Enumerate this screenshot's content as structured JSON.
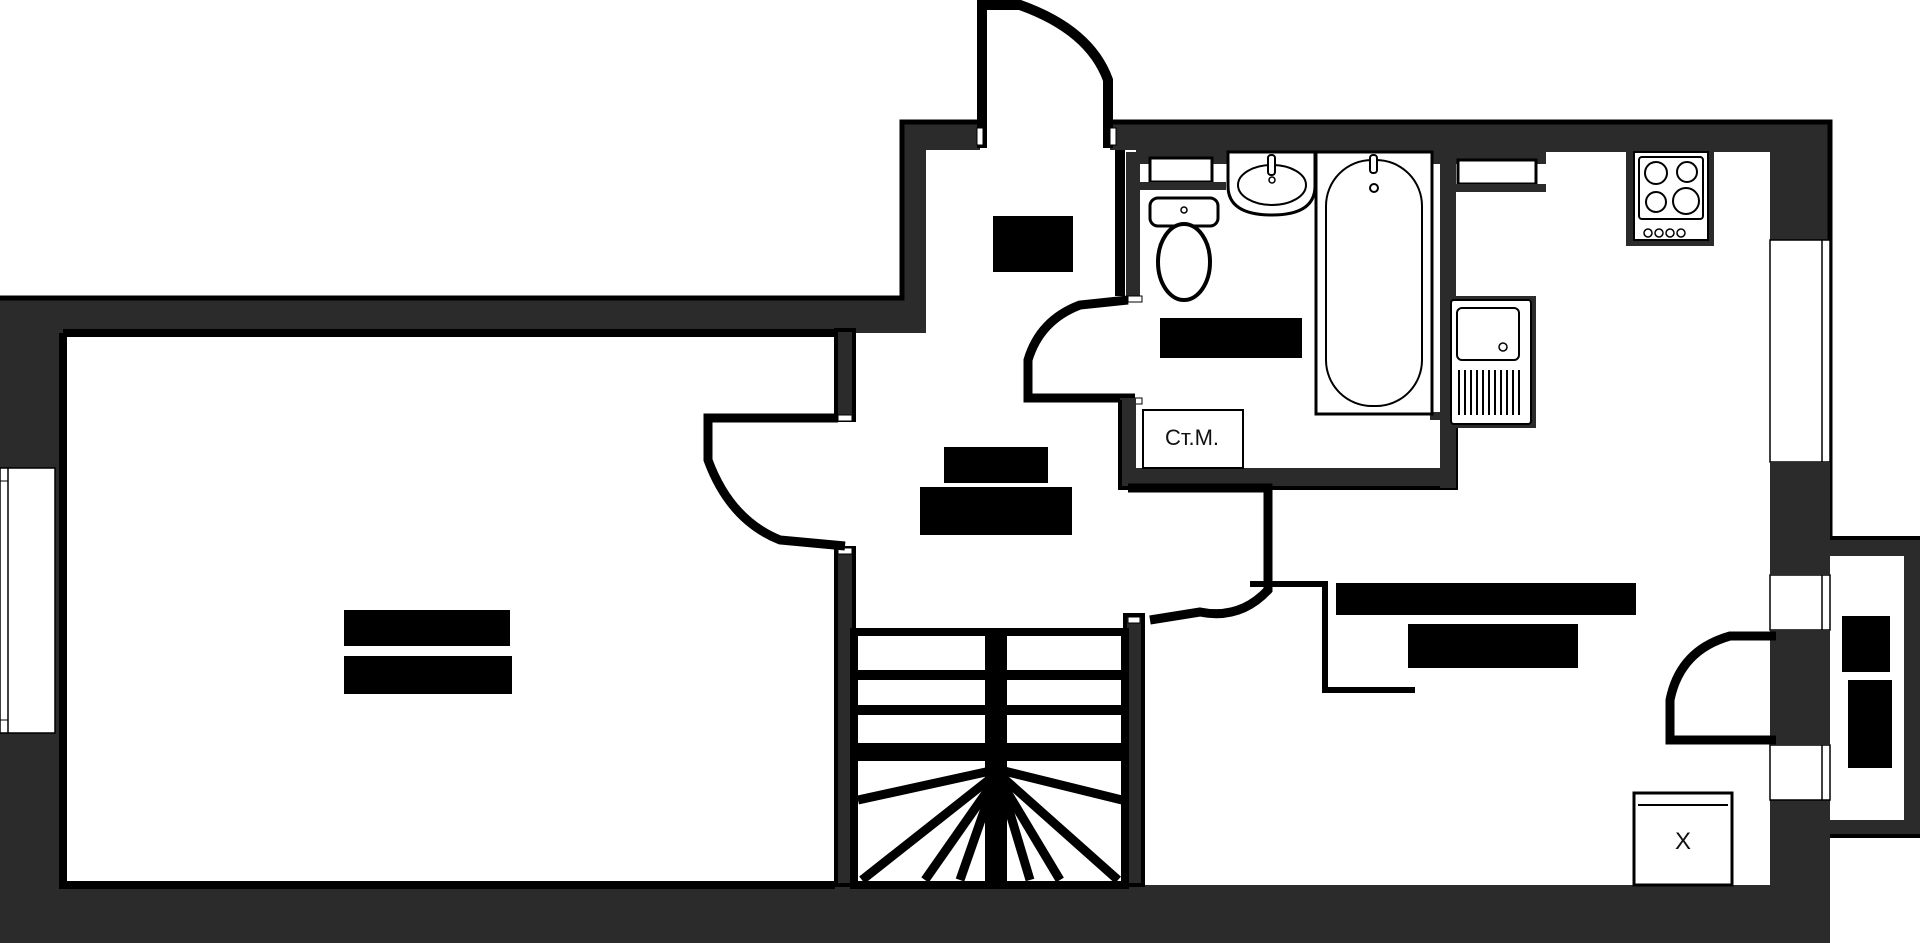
{
  "plan": {
    "type": "apartment floor plan",
    "colors": {
      "wall": "#2b2b2b",
      "outline": "#000000",
      "floor": "#ffffff"
    },
    "rooms": [
      {
        "id": "living-room",
        "label": "[redacted]",
        "area": "[redacted] m²"
      },
      {
        "id": "hallway",
        "label": "[redacted]",
        "area": "[redacted] m²"
      },
      {
        "id": "entrance",
        "label": "[redacted]"
      },
      {
        "id": "bathroom",
        "label": "",
        "area": "[redacted] m²"
      },
      {
        "id": "kitchen",
        "label": "[redacted]",
        "area": "[redacted] m²"
      },
      {
        "id": "balcony",
        "label": "[redacted]"
      }
    ],
    "fixtures": {
      "washing_machine": "Ст.М.",
      "fridge": "X"
    },
    "icons": [
      "toilet-icon",
      "sink-icon",
      "bathtub-icon",
      "stove-icon",
      "boiler-icon",
      "stairs-icon",
      "door-swing-icon",
      "window-icon"
    ]
  }
}
